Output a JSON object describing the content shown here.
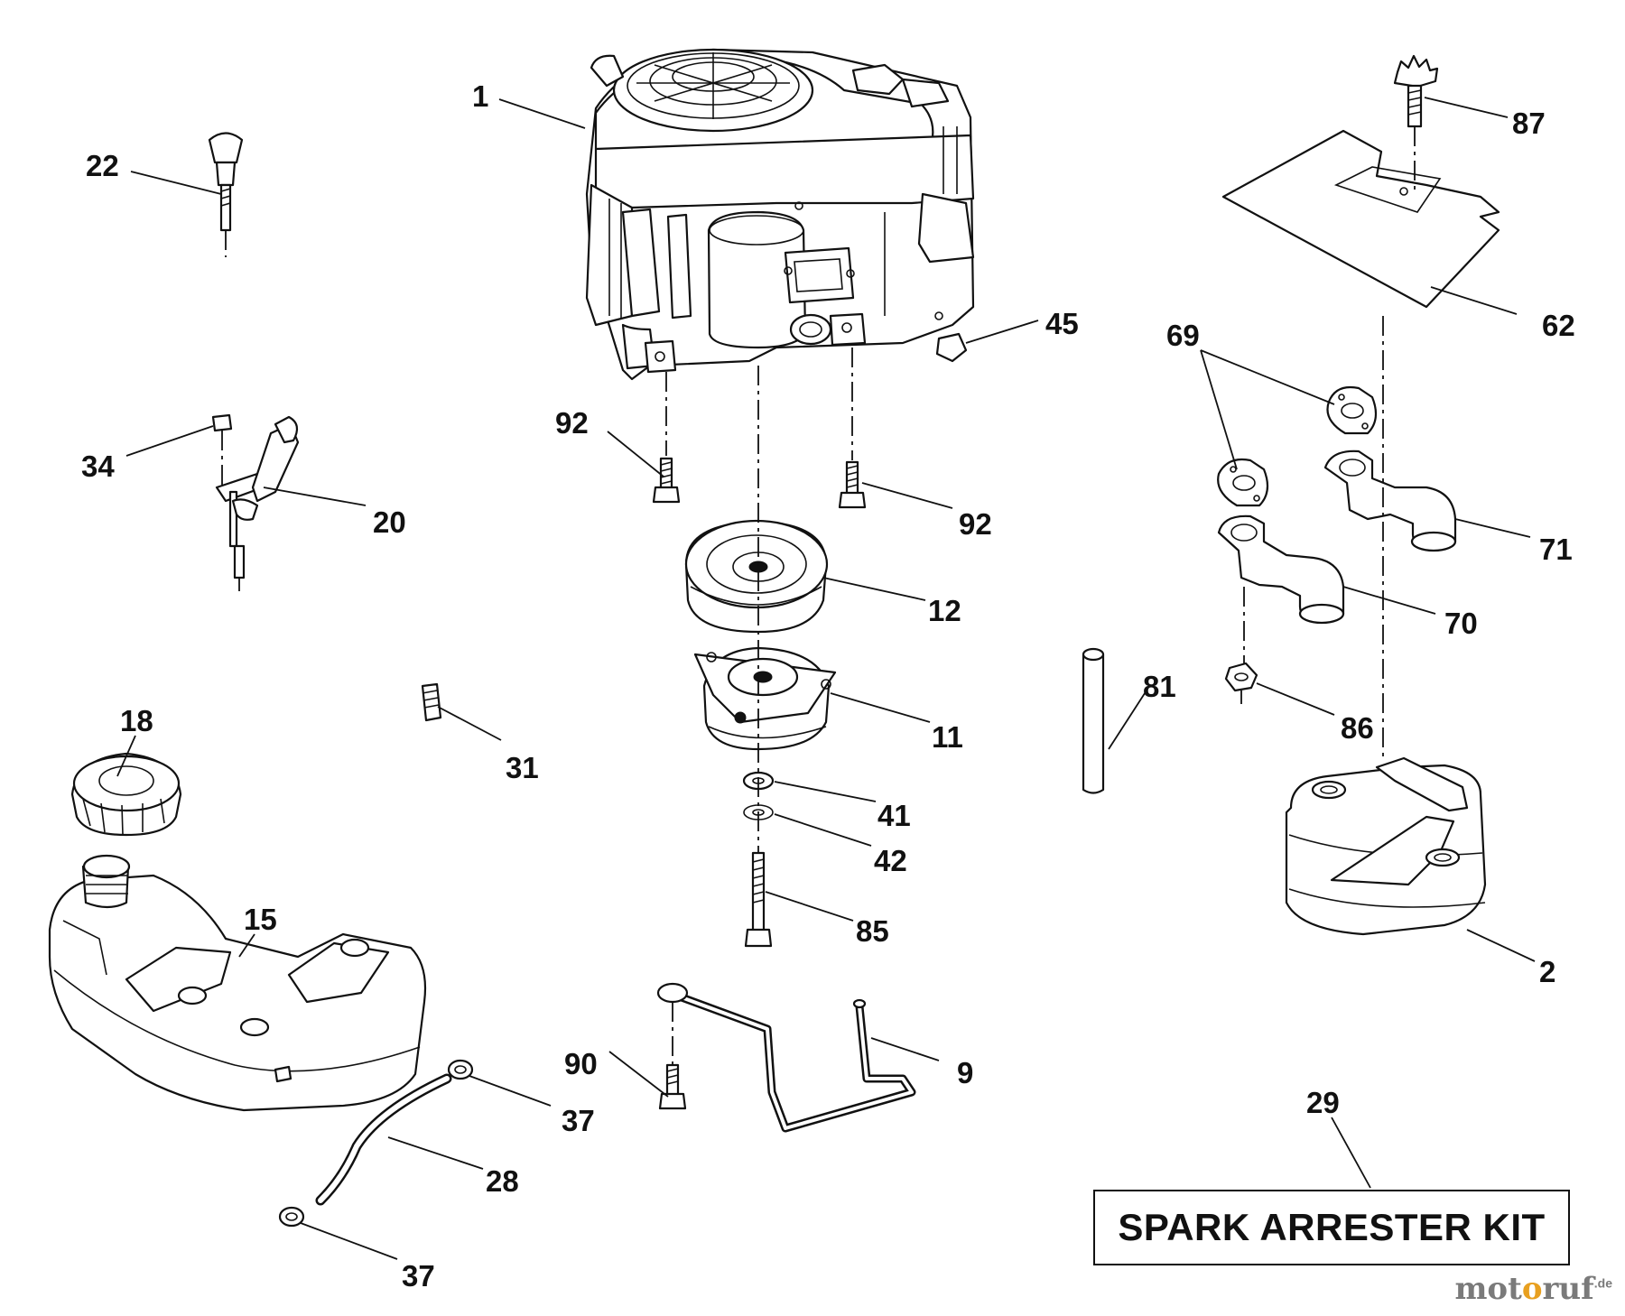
{
  "callouts": {
    "c1": "1",
    "c2": "2",
    "c9": "9",
    "c11": "11",
    "c12": "12",
    "c15": "15",
    "c18": "18",
    "c20": "20",
    "c22": "22",
    "c28": "28",
    "c29": "29",
    "c31": "31",
    "c34": "34",
    "c37a": "37",
    "c37b": "37",
    "c41": "41",
    "c42": "42",
    "c45": "45",
    "c62": "62",
    "c69": "69",
    "c70": "70",
    "c71": "71",
    "c81": "81",
    "c85": "85",
    "c86": "86",
    "c87": "87",
    "c90": "90",
    "c92a": "92",
    "c92b": "92"
  },
  "kit": {
    "label": "SPARK ARRESTER KIT"
  },
  "watermark": {
    "main_a": "mot",
    "main_o": "o",
    "main_b": "ruf",
    "suffix": ".de"
  }
}
